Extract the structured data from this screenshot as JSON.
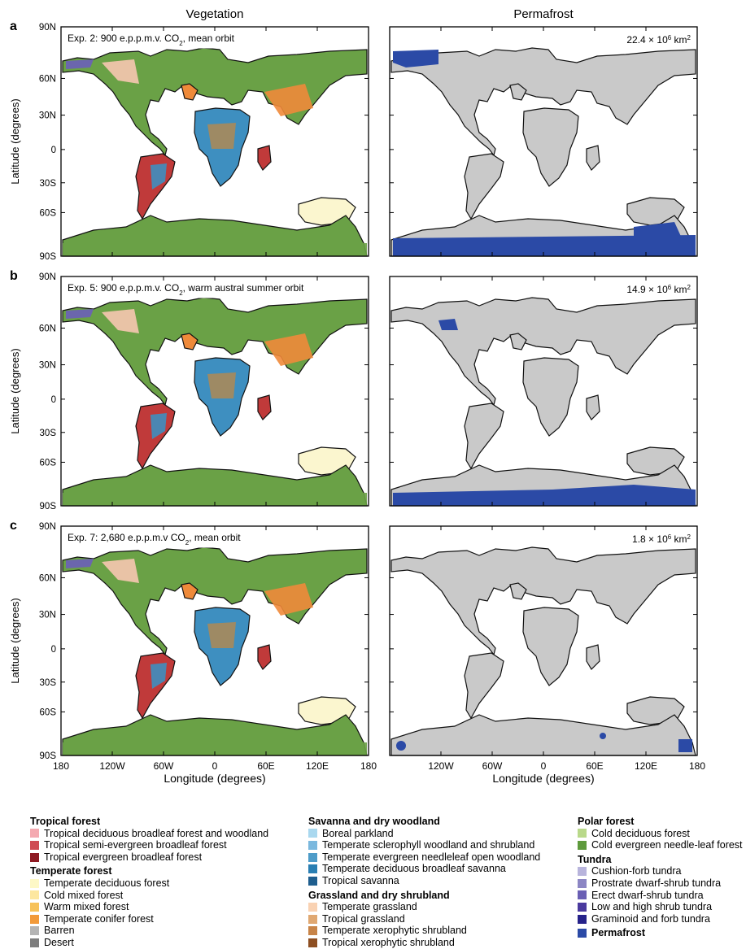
{
  "column_titles": {
    "left": "Vegetation",
    "right": "Permafrost"
  },
  "y_axis_label": "Latitude (degrees)",
  "x_axis_label": "Longitude (degrees)",
  "lat_ticks": [
    "90N",
    "60N",
    "30N",
    "0",
    "30S",
    "60S",
    "90S"
  ],
  "lon_ticks": [
    "180",
    "120W",
    "60W",
    "0",
    "60E",
    "120E",
    "180"
  ],
  "panels": [
    {
      "letter": "a",
      "exp_label": "Exp. 2: 900 e.p.p.m.v. CO",
      "exp_sub": "2",
      "exp_suffix": ", mean orbit",
      "area_value": "22.4 × 10",
      "area_exp": "6",
      "area_unit": " km",
      "area_unit_exp": "2"
    },
    {
      "letter": "b",
      "exp_label": "Exp. 5: 900 e.p.p.m.v. CO",
      "exp_sub": "2",
      "exp_suffix": ", warm austral summer orbit",
      "area_value": "14.9 × 10",
      "area_exp": "6",
      "area_unit": " km",
      "area_unit_exp": "2"
    },
    {
      "letter": "c",
      "exp_label": "Exp. 7: 2,680 e.p.p.m.v CO",
      "exp_sub": "2",
      "exp_suffix": ", mean orbit",
      "area_value": "1.8 × 10",
      "area_exp": "6",
      "area_unit": " km",
      "area_unit_exp": "2"
    }
  ],
  "colors": {
    "land": "#c9c9c9",
    "permafrost": "#2b4aa6",
    "green": "#6aa146",
    "orange": "#ef8a3a",
    "red": "#c03a3a",
    "blue": "#3e8fc0",
    "tan": "#a88a5a",
    "pale": "#fbf6cf",
    "peach": "#f7c7b0",
    "purple": "#6c5fb8"
  },
  "legend": {
    "col1": [
      {
        "title": "Tropical forest"
      },
      {
        "label": "Tropical deciduous broadleaf forest and woodland",
        "color": "#f4a9b0"
      },
      {
        "label": "Tropical semi-evergreen broadleaf forest",
        "color": "#cf4a52"
      },
      {
        "label": "Tropical evergreen broadleaf forest",
        "color": "#8e1a22"
      },
      {
        "title": "Temperate forest"
      },
      {
        "label": "Temperate deciduous forest",
        "color": "#fdf8c6"
      },
      {
        "label": "Cold mixed forest",
        "color": "#fde7a0"
      },
      {
        "label": "Warm mixed forest",
        "color": "#f7c25a"
      },
      {
        "label": "Temperate conifer forest",
        "color": "#f29a3a"
      },
      {
        "label": "Barren",
        "color": "#b4b4b4"
      },
      {
        "label": "Desert",
        "color": "#7d7d7d"
      }
    ],
    "col2": [
      {
        "title": "Savanna and dry woodland"
      },
      {
        "label": "Boreal parkland",
        "color": "#a9d8ef"
      },
      {
        "label": "Temperate sclerophyll woodland and shrubland",
        "color": "#7ab8de"
      },
      {
        "label": "Temperate evergreen needleleaf open woodland",
        "color": "#4e9cc9"
      },
      {
        "label": "Temperate deciduous broadleaf savanna",
        "color": "#2a7fb3"
      },
      {
        "label": "Tropical savanna",
        "color": "#1f5e8e"
      },
      {
        "title": "Grassland and dry shrubland"
      },
      {
        "label": "Temperate grassland",
        "color": "#f9d2b3"
      },
      {
        "label": "Tropical grassland",
        "color": "#e0a872"
      },
      {
        "label": "Temperate xerophytic shrubland",
        "color": "#c88448"
      },
      {
        "label": "Tropical xerophytic shrubland",
        "color": "#8e4f22"
      }
    ],
    "col3": [
      {
        "title": "Polar forest"
      },
      {
        "label": "Cold deciduous forest",
        "color": "#b9d98a"
      },
      {
        "label": "Cold evergreen needle-leaf forest",
        "color": "#5e9a3c"
      },
      {
        "title": "Tundra"
      },
      {
        "label": "Cushion-forb tundra",
        "color": "#b8b4dc"
      },
      {
        "label": "Prostrate dwarf-shrub tundra",
        "color": "#8c86c4"
      },
      {
        "label": "Erect dwarf-shrub tundra",
        "color": "#6a5fb4"
      },
      {
        "label": "Low and high shrub tundra",
        "color": "#4a3a9e"
      },
      {
        "label": "Graminoid and forb tundra",
        "color": "#26228a"
      },
      {
        "label": "Permafrost",
        "color": "#2b4aa6",
        "bold": true
      }
    ]
  }
}
